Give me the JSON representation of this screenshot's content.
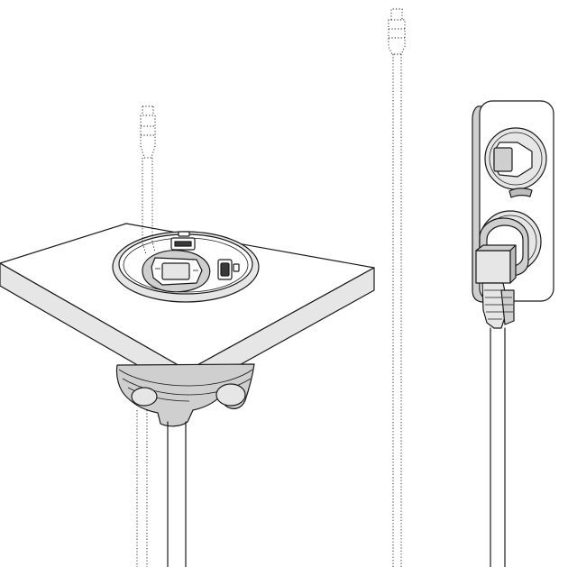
{
  "illustration": {
    "desk_grommet_socket": {
      "socket_type": "schuko",
      "usb_ports": 2,
      "usb_port_icons": [
        "usb-a-icon",
        "usb-c-icon"
      ]
    },
    "wall_socket": {
      "outlets": 2,
      "socket_type": "schuko",
      "plugged_outlet_index": 2
    },
    "colors": {
      "line": "#1a1a1a",
      "light_gray": "#e6e6e6",
      "mid_gray": "#cfcfcf",
      "dark_gray": "#bdbdbd",
      "background": "#ffffff"
    }
  }
}
